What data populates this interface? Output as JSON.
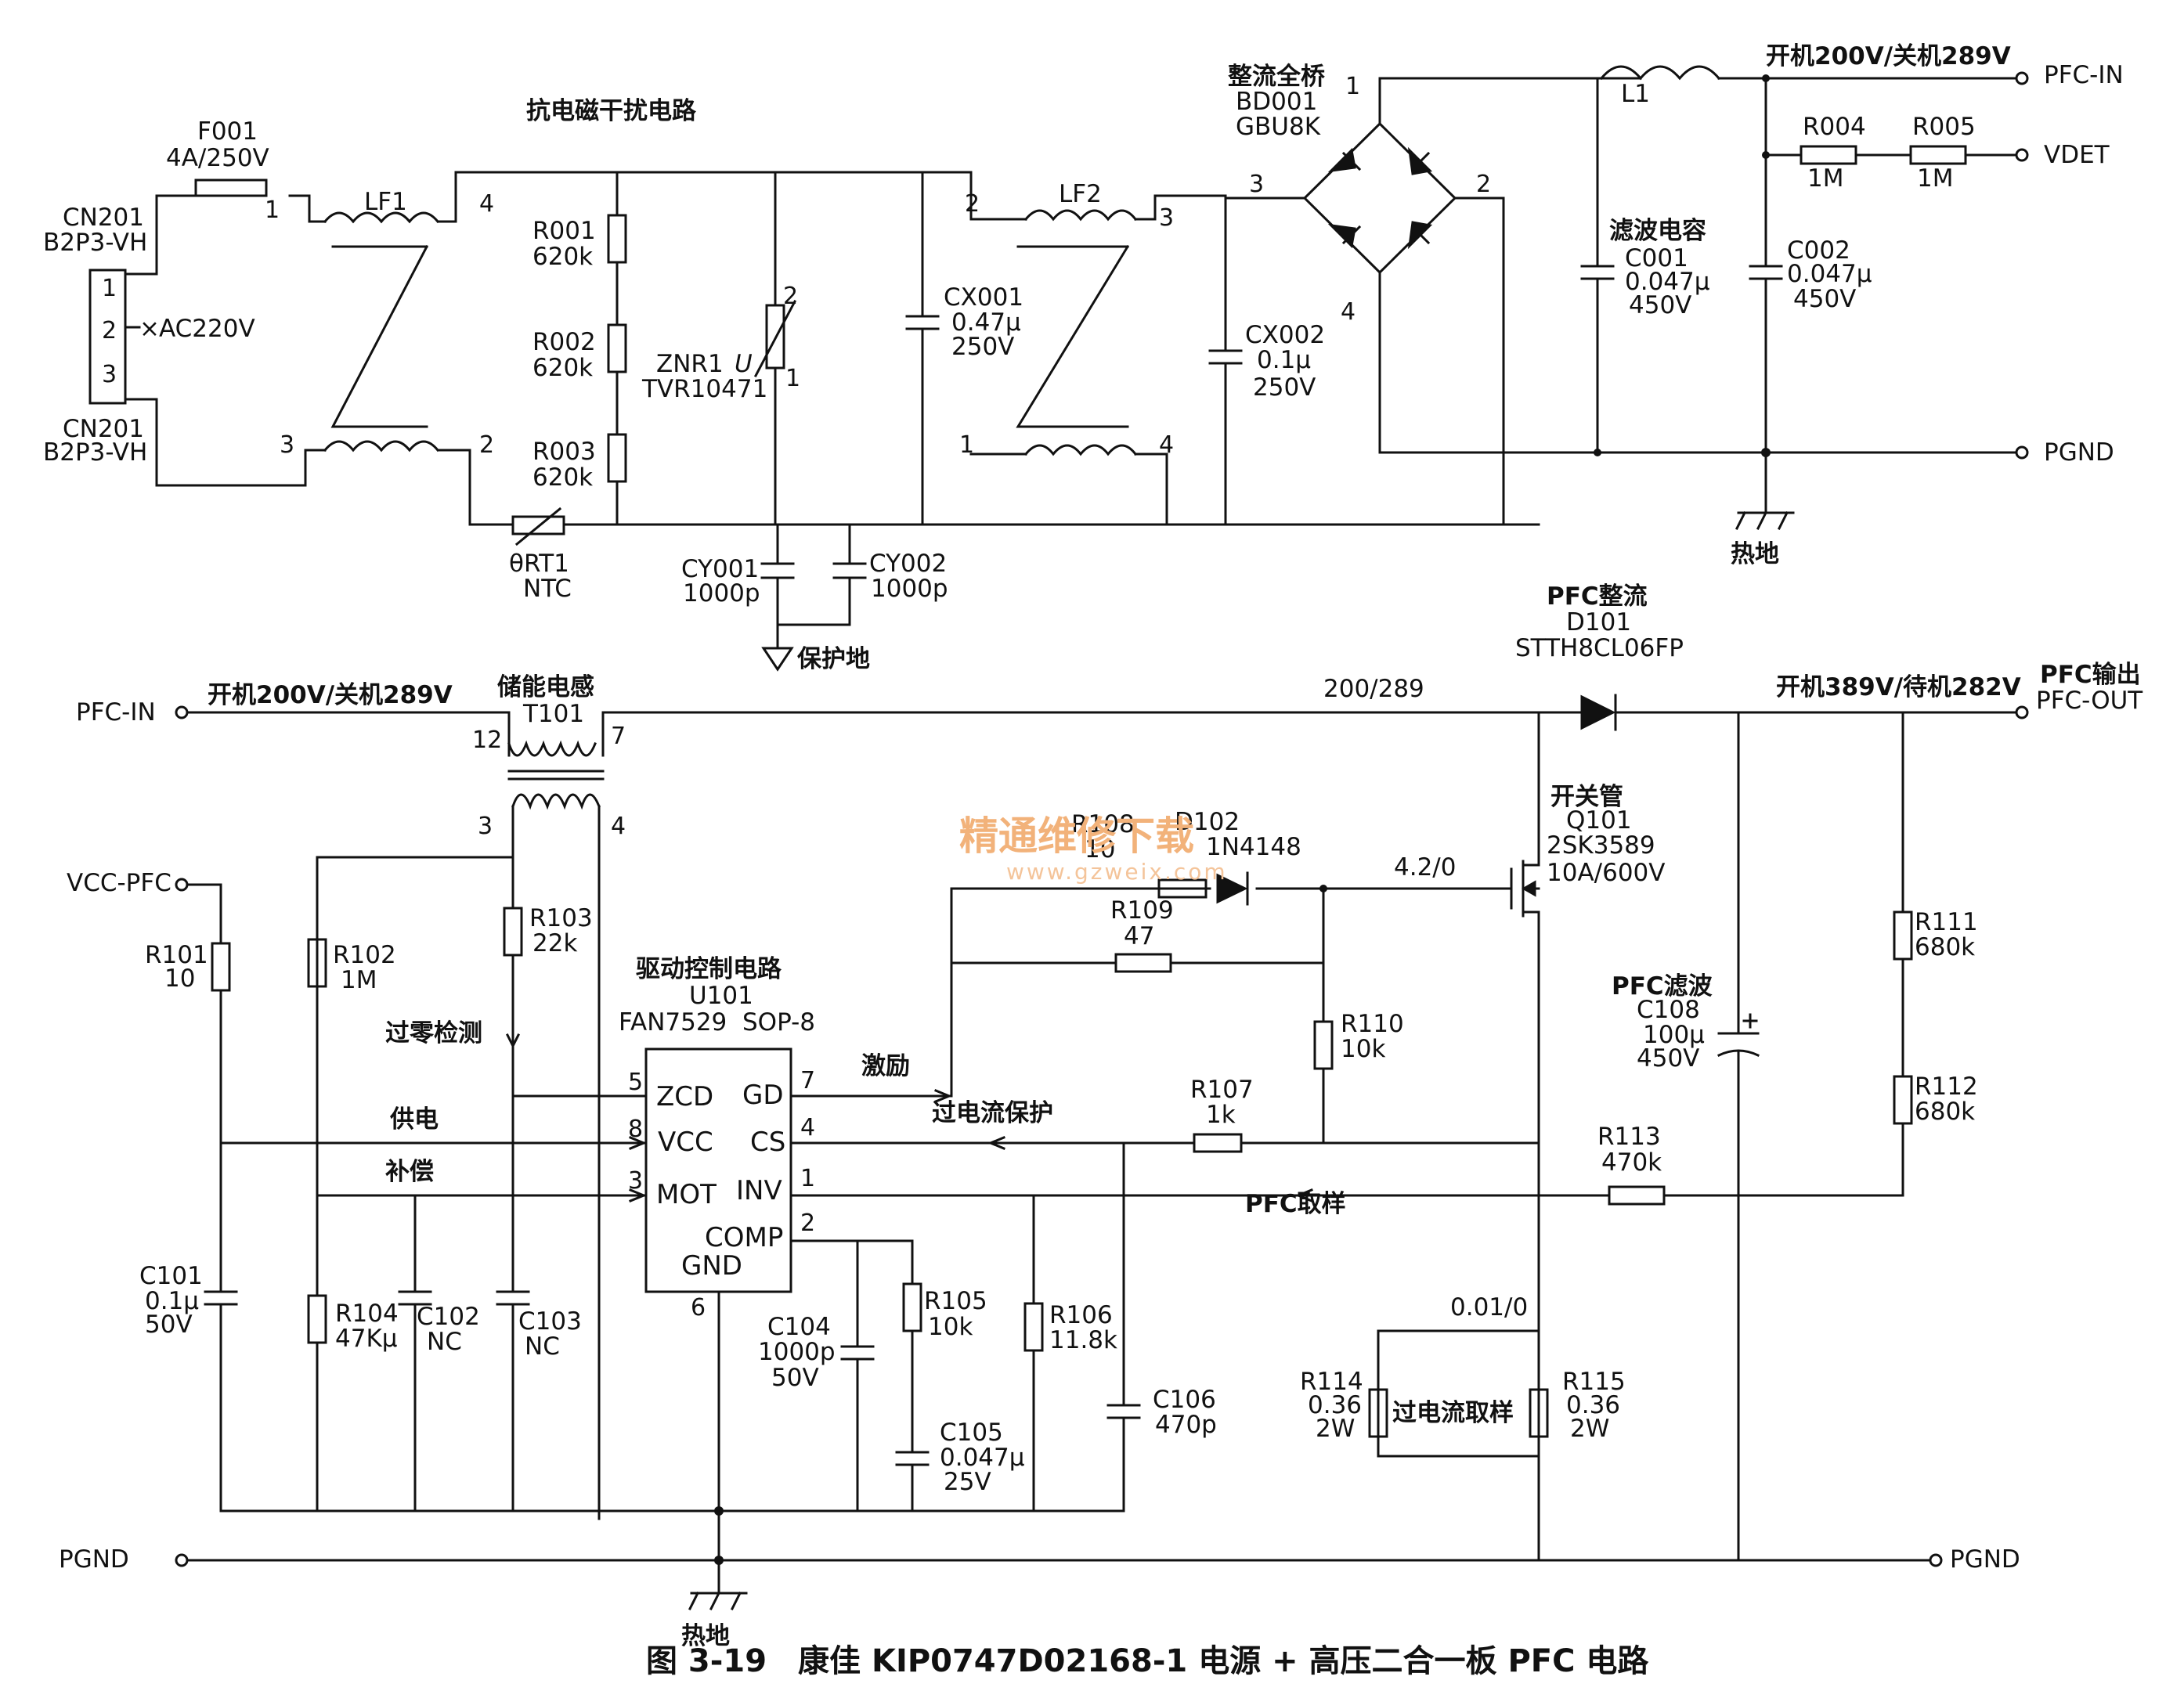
{
  "sections": {
    "emi_title": "抗电磁干扰电路",
    "bridge_title": "整流全桥",
    "filter_cap_title": "滤波电容",
    "protect_ground": "保护地",
    "hot_ground_1": "热地",
    "hot_ground_2": "热地",
    "storage_inductor": "储能电感",
    "pfc_rectify": "PFC整流",
    "switch_tube": "开关管",
    "driver_title": "驱动控制电路",
    "pfc_filter": "PFC滤波",
    "pfc_output": "PFC输出",
    "zero_cross": "过零检测",
    "supply": "供电",
    "compensation": "补偿",
    "excitation": "激励",
    "overcurrent_protect": "过电流保护",
    "pfc_sample": "PFC取样",
    "overcurrent_sample": "过电流取样"
  },
  "nets": {
    "pfc_in": "PFC-IN",
    "vdet": "VDET",
    "pgnd": "PGND",
    "vcc_pfc": "VCC-PFC",
    "pfc_out": "PFC-OUT",
    "ac_input": "AC220V",
    "v_in_top": "开机200V/关机289V",
    "v_in_mid": "开机200V/关机289V",
    "v_200_289": "200/289",
    "v_out": "开机389V/待机282V",
    "gate_v": "4.2/0",
    "cs_v": "0.01/0"
  },
  "components": {
    "cn201a": {
      "ref": "CN201",
      "value": "B2P3-VH"
    },
    "cn201b": {
      "ref": "CN201",
      "value": "B2P3-VH"
    },
    "f001": {
      "ref": "F001",
      "value": "4A/250V"
    },
    "lf1": {
      "ref": "LF1"
    },
    "lf2": {
      "ref": "LF2"
    },
    "r001": {
      "ref": "R001",
      "value": "620k"
    },
    "r002": {
      "ref": "R002",
      "value": "620k"
    },
    "r003": {
      "ref": "R003",
      "value": "620k"
    },
    "rt1": {
      "ref": "θRT1",
      "value": "NTC"
    },
    "znr1": {
      "ref": "ZNR1",
      "value": "TVR10471",
      "sym": "U"
    },
    "cx001": {
      "ref": "CX001",
      "value": "0.47μ",
      "rating": "250V"
    },
    "cx002": {
      "ref": "CX002",
      "value": "0.1μ",
      "rating": "250V"
    },
    "cy001": {
      "ref": "CY001",
      "value": "1000p"
    },
    "cy002": {
      "ref": "CY002",
      "value": "1000p"
    },
    "bd001": {
      "ref": "BD001",
      "value": "GBU8K"
    },
    "l1": {
      "ref": "L1"
    },
    "c001": {
      "ref": "C001",
      "value": "0.047μ",
      "rating": "450V"
    },
    "c002": {
      "ref": "C002",
      "value": "0.047μ",
      "rating": "450V"
    },
    "r004": {
      "ref": "R004",
      "value": "1M"
    },
    "r005": {
      "ref": "R005",
      "value": "1M"
    },
    "t101": {
      "ref": "T101"
    },
    "d101": {
      "ref": "D101",
      "value": "STTH8CL06FP"
    },
    "q101": {
      "ref": "Q101",
      "value": "2SK3589",
      "rating": "10A/600V"
    },
    "d102": {
      "ref": "D102",
      "value": "1N4148"
    },
    "r108": {
      "ref": "R108",
      "value": "10"
    },
    "r109": {
      "ref": "R109",
      "value": "47"
    },
    "r110": {
      "ref": "R110",
      "value": "10k"
    },
    "r101": {
      "ref": "R101",
      "value": "10"
    },
    "r102": {
      "ref": "R102",
      "value": "1M"
    },
    "r103": {
      "ref": "R103",
      "value": "22k"
    },
    "u101": {
      "ref": "U101",
      "value": "FAN7529",
      "package": "SOP-8"
    },
    "r107": {
      "ref": "R107",
      "value": "1k"
    },
    "r113": {
      "ref": "R113",
      "value": "470k"
    },
    "r111": {
      "ref": "R111",
      "value": "680k"
    },
    "r112": {
      "ref": "R112",
      "value": "680k"
    },
    "c108": {
      "ref": "C108",
      "value": "100μ",
      "rating": "450V"
    },
    "c101": {
      "ref": "C101",
      "value": "0.1μ",
      "rating": "50V"
    },
    "r104": {
      "ref": "R104",
      "value": "47Kμ"
    },
    "c102": {
      "ref": "C102",
      "value": "NC"
    },
    "c103": {
      "ref": "C103",
      "value": "NC"
    },
    "c104": {
      "ref": "C104",
      "value": "1000p",
      "rating": "50V"
    },
    "r105": {
      "ref": "R105",
      "value": "10k"
    },
    "c105": {
      "ref": "C105",
      "value": "0.047μ",
      "rating": "25V"
    },
    "r106": {
      "ref": "R106",
      "value": "11.8k"
    },
    "c106": {
      "ref": "C106",
      "value": "470p"
    },
    "r114": {
      "ref": "R114",
      "value": "0.36",
      "rating": "2W"
    },
    "r115": {
      "ref": "R115",
      "value": "0.36",
      "rating": "2W"
    }
  },
  "ic_pins": {
    "zcd": "ZCD",
    "vcc": "VCC",
    "mot": "MOT",
    "gnd": "GND",
    "gd": "GD",
    "cs": "CS",
    "inv": "INV",
    "comp": "COMP"
  },
  "pin_numbers": {
    "cn_1": "1",
    "cn_2": "2",
    "cn_3": "3",
    "lf1_1": "1",
    "lf1_4": "4",
    "lf1_3": "3",
    "lf1_2": "2",
    "znr_2": "2",
    "znr_1": "1",
    "lf2_2": "2",
    "lf2_3": "3",
    "lf2_1": "1",
    "lf2_4": "4",
    "bd_1": "1",
    "bd_2": "2",
    "bd_3": "3",
    "bd_4": "4",
    "t_12": "12",
    "t_7": "7",
    "t_3": "3",
    "t_4": "4",
    "u_5": "5",
    "u_8": "8",
    "u_3": "3",
    "u_7": "7",
    "u_4": "4",
    "u_1": "1",
    "u_2": "2",
    "u_6": "6"
  },
  "watermark": {
    "text": "精通维修下载",
    "url": "www.gzweix.com"
  },
  "caption": "图 3-19　康佳 KIP0747D02168-1 电源 + 高压二合一板 PFC 电路"
}
